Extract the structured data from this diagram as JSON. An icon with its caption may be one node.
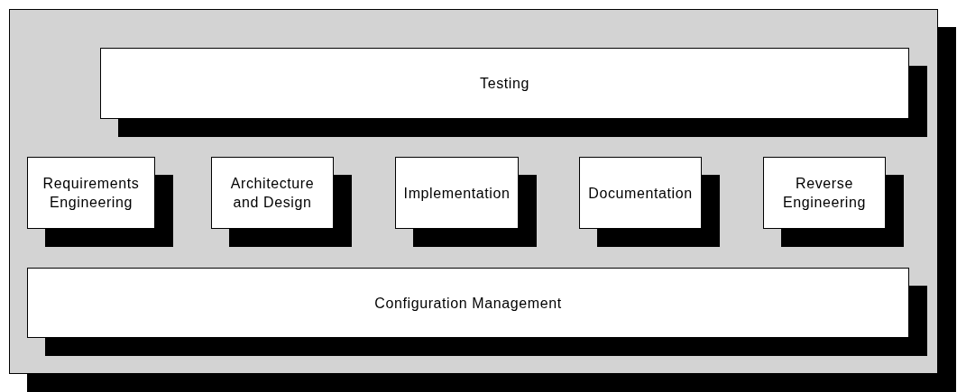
{
  "diagram": {
    "nodes": [
      {
        "text": [],
        "shape": "box"
      },
      {
        "text": [
          "Testing"
        ],
        "in": 0
      },
      {
        "text": [
          "Requirements Engineering"
        ],
        "in": 0
      },
      {
        "text": [
          "Architecture and Design"
        ],
        "in": 0
      },
      {
        "text": [
          "Implementation"
        ],
        "in": 0
      },
      {
        "text": [
          "Documentation"
        ],
        "in": 0
      },
      {
        "text": [
          "Reverse Engineering"
        ],
        "in": 0
      },
      {
        "text": [
          "Configuration Management"
        ],
        "in": 0
      }
    ]
  }
}
